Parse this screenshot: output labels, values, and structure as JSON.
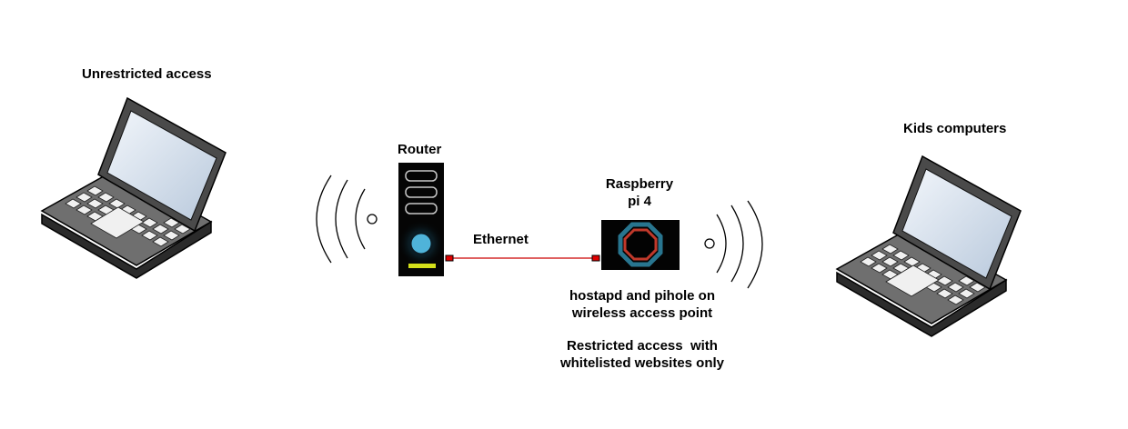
{
  "labels": {
    "unrestricted": "Unrestricted access",
    "kids": "Kids computers",
    "router": "Router",
    "raspberry_line1": "Raspberry",
    "raspberry_line2": "pi 4",
    "ethernet": "Ethernet",
    "hostapd_line1": "hostapd and pihole on",
    "hostapd_line2": "wireless access point",
    "restricted_line1": "Restricted access  with",
    "restricted_line2": "whitelisted websites only"
  },
  "icons": {
    "laptop_left": "laptop-icon",
    "laptop_right": "laptop-icon",
    "router": "router-icon",
    "raspberry": "raspberry-pi-icon",
    "wifi_left": "wifi-signal-icon",
    "wifi_right": "wifi-signal-icon"
  },
  "colors": {
    "ethernet_line": "#cc0000",
    "router_led": "#d4e01a",
    "router_button": "#4fb3d9",
    "pi_ring_outer": "#2f8aa8",
    "pi_ring_inner": "#c0392b"
  }
}
